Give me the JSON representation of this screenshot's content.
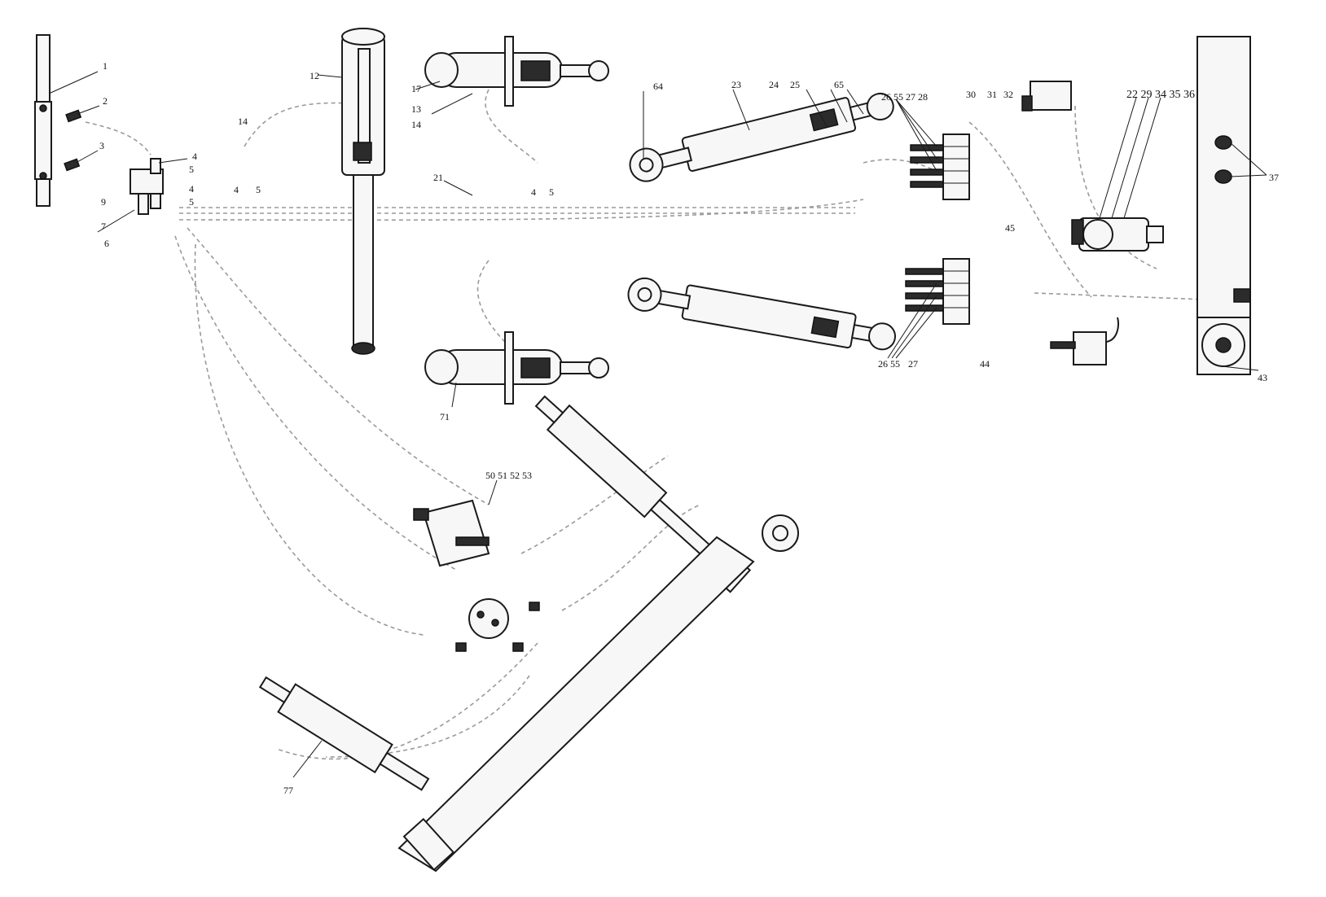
{
  "labels": {
    "l1": "1",
    "l2": "2",
    "l3": "3",
    "l4a": "4",
    "l5a": "5",
    "l4b": "4",
    "l5b": "5",
    "l9": "9",
    "l7": "7",
    "l6": "6",
    "l12": "12",
    "l14a": "14",
    "l4c": "4",
    "l5c": "5",
    "l17": "17",
    "l13": "13",
    "l14b": "14",
    "l21": "21",
    "l4d": "4",
    "l5d": "5",
    "l64": "64",
    "l23": "23",
    "l24": "24",
    "l25": "25",
    "l65": "65",
    "l26top": "26 55 27 28",
    "l30a": "30",
    "l31": "31",
    "l32": "32",
    "l22": "22 29 34 35 36",
    "l37": "37",
    "l45": "45",
    "l26bot": "26 55",
    "l27": "27",
    "l44": "44",
    "l43": "43",
    "l71": "71",
    "l5053": "50 51 52 53",
    "l77": "77"
  }
}
